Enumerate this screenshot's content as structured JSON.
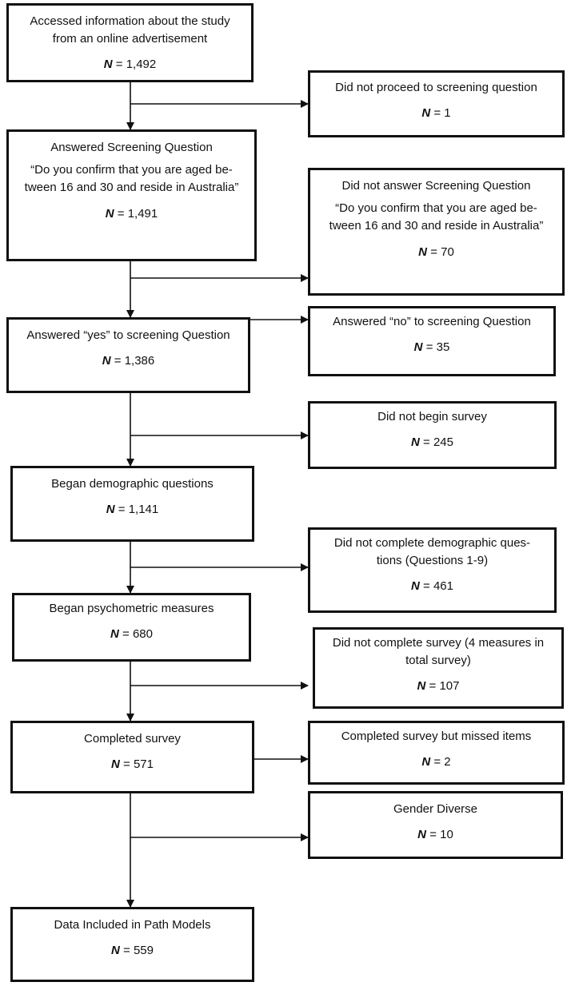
{
  "main_boxes": [
    {
      "id": "m1",
      "lines": [
        "Accessed information about the study",
        "from an online advertisement"
      ],
      "n_label": "N",
      "n_value": "= 1,492"
    },
    {
      "id": "m2",
      "lines": [
        "Answered Screening Question"
      ],
      "quote": [
        "“Do you confirm that you are aged be-",
        "tween 16 and 30 and reside in Australia”"
      ],
      "n_label": "N",
      "n_value": "= 1,491"
    },
    {
      "id": "m3",
      "lines": [
        "Answered “yes” to screening Question"
      ],
      "n_label": "N",
      "n_value": "= 1,386"
    },
    {
      "id": "m4",
      "lines": [
        "Began demographic questions"
      ],
      "n_label": "N",
      "n_value": "= 1,141"
    },
    {
      "id": "m5",
      "lines": [
        "Began psychometric measures"
      ],
      "n_label": "N",
      "n_value": "= 680"
    },
    {
      "id": "m6",
      "lines": [
        "Completed survey"
      ],
      "n_label": "N",
      "n_value": "= 571"
    },
    {
      "id": "m7",
      "lines": [
        "Data Included in Path Models"
      ],
      "n_label": "N",
      "n_value": "= 559"
    }
  ],
  "side_boxes": [
    {
      "id": "s1",
      "lines": [
        "Did not proceed to screening question"
      ],
      "n_label": "N",
      "n_value": "= 1"
    },
    {
      "id": "s2",
      "lines": [
        "Did not answer Screening Question"
      ],
      "quote": [
        "“Do you confirm that you are aged be-",
        "tween 16 and 30 and reside in Australia”"
      ],
      "n_label": "N",
      "n_value": "= 70"
    },
    {
      "id": "s3",
      "lines": [
        "Answered “no” to screening Question"
      ],
      "n_label": "N",
      "n_value": "= 35"
    },
    {
      "id": "s4",
      "lines": [
        "Did not begin survey"
      ],
      "n_label": "N",
      "n_value": "= 245"
    },
    {
      "id": "s5",
      "lines": [
        "Did not complete demographic ques-",
        "tions (Questions 1-9)"
      ],
      "n_label": "N",
      "n_value": "= 461"
    },
    {
      "id": "s6",
      "lines": [
        "Did not complete survey (4 measures in",
        "total survey)"
      ],
      "n_label": "N",
      "n_value": "= 107"
    },
    {
      "id": "s7",
      "lines": [
        "Completed survey but missed items"
      ],
      "n_label": "N",
      "n_value": "= 2"
    },
    {
      "id": "s8",
      "lines": [
        "Gender Diverse"
      ],
      "n_label": "N",
      "n_value": "= 10"
    }
  ]
}
